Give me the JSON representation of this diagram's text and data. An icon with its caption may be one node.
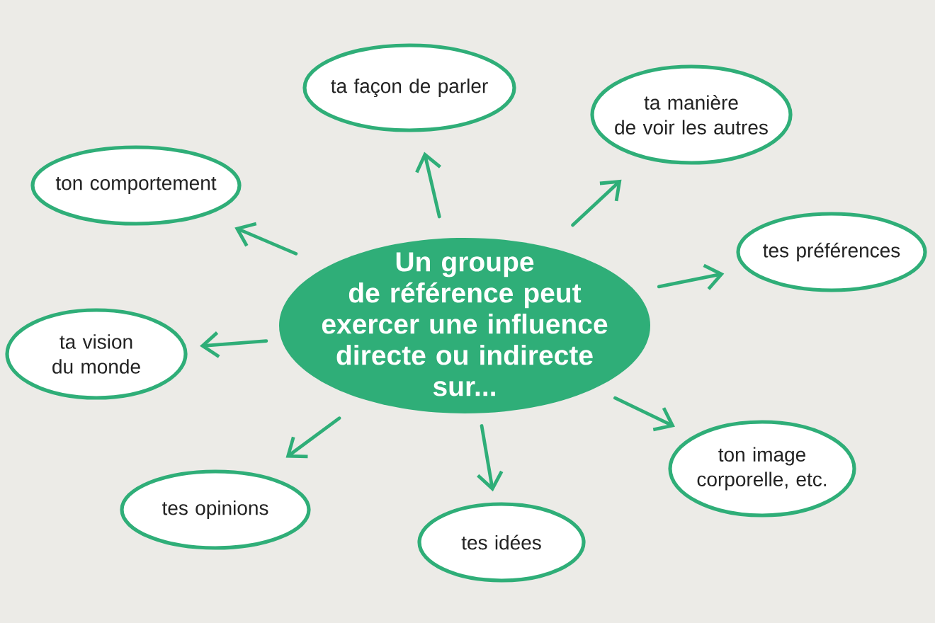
{
  "diagram": {
    "nodes": [
      {
        "text": [
          "Un groupe de référence peut exercer une influence directe ou indirecte sur..."
        ]
      },
      {
        "text": [
          "ta façon de parler"
        ]
      },
      {
        "text": [
          "ta manière de voir les autres"
        ]
      },
      {
        "text": [
          "tes préférences"
        ]
      },
      {
        "text": [
          "ton image corporelle, etc."
        ]
      },
      {
        "text": [
          "tes idées"
        ]
      },
      {
        "text": [
          "tes opinions"
        ]
      },
      {
        "text": [
          "ta vision du monde"
        ]
      },
      {
        "text": [
          "ton comportement"
        ]
      }
    ],
    "edges": [
      {
        "from": 0,
        "to": 1,
        "arrow": "to"
      },
      {
        "from": 0,
        "to": 2,
        "arrow": "to"
      },
      {
        "from": 0,
        "to": 3,
        "arrow": "to"
      },
      {
        "from": 0,
        "to": 4,
        "arrow": "to"
      },
      {
        "from": 0,
        "to": 5,
        "arrow": "to"
      },
      {
        "from": 0,
        "to": 6,
        "arrow": "to"
      },
      {
        "from": 0,
        "to": 7,
        "arrow": "to"
      },
      {
        "from": 0,
        "to": 8,
        "arrow": "to"
      }
    ]
  }
}
